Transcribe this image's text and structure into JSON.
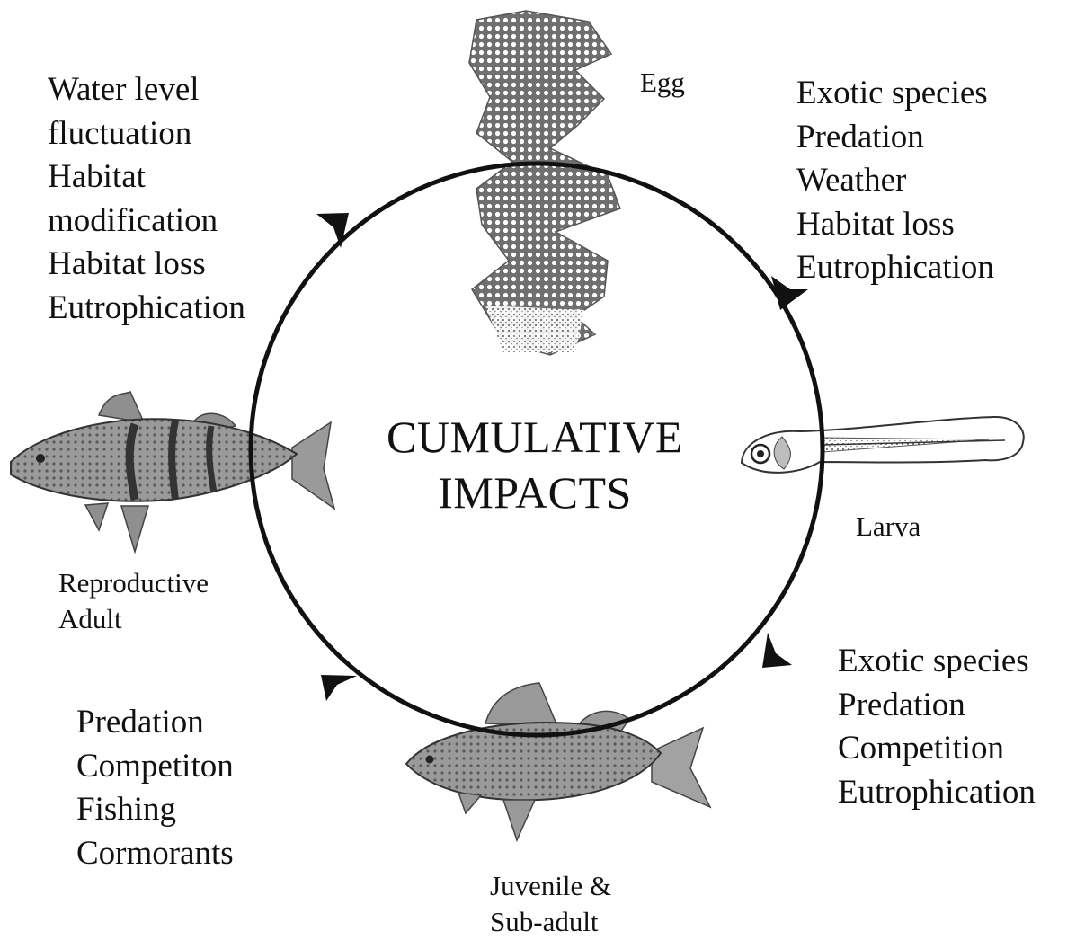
{
  "center_title": [
    "CUMULATIVE",
    "IMPACTS"
  ],
  "stages": {
    "egg": "Egg",
    "larva": "Larva",
    "juvenile": [
      "Juvenile &",
      "Sub-adult"
    ],
    "adult": [
      "Reproductive",
      "Adult"
    ]
  },
  "impacts": {
    "top_left": [
      "Water level",
      "fluctuation",
      "Habitat",
      "modification",
      "Habitat loss",
      "Eutrophication"
    ],
    "top_right": [
      "Exotic species",
      "Predation",
      "Weather",
      "Habitat loss",
      "Eutrophication"
    ],
    "bottom_right": [
      "Exotic species",
      "Predation",
      "Competition",
      "Eutrophication"
    ],
    "bottom_left": [
      "Predation",
      "Competiton",
      "Fishing",
      "Cormorants"
    ]
  },
  "colors": {
    "ink": "#111111",
    "cycle": "#111111",
    "image_fill": "#8a8a8a"
  },
  "icons": [
    "egg-strand-icon",
    "larva-icon",
    "juvenile-perch-icon",
    "adult-perch-icon"
  ]
}
